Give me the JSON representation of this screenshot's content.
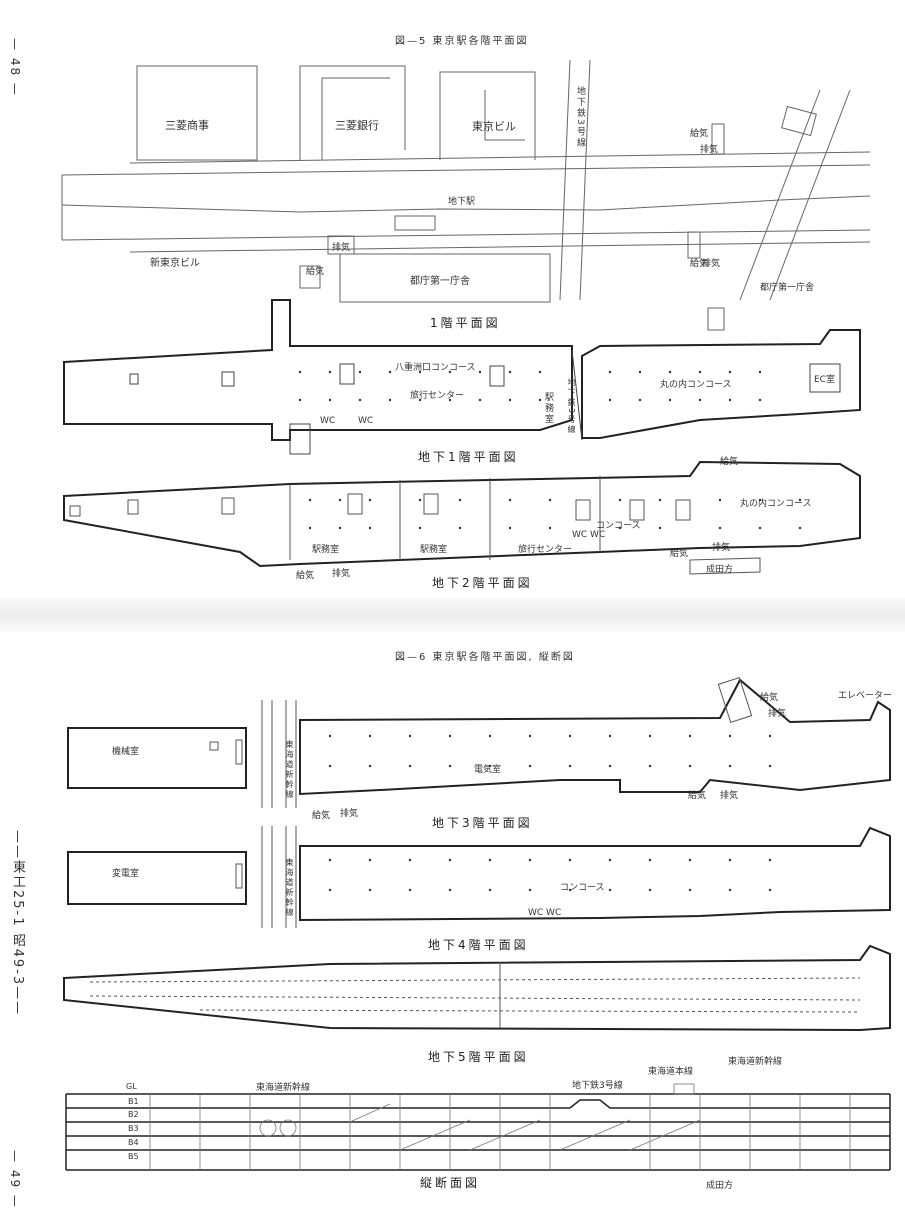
{
  "page_numbers": {
    "top": "— 48 —",
    "bottom": "— 49 —"
  },
  "side_note": "——東工25-1  昭49-3——",
  "fig5": {
    "title": "図—5  東京駅各階平面図",
    "street_labels": {
      "mitsubishi_shoji": "三菱商事",
      "mitsubishi_bank": "三菱銀行",
      "tokyo_bldg": "東京ビル",
      "chikatetsu3": "地下鉄3号線",
      "kyuki1": "給気",
      "haiki1": "排気",
      "chika_eki": "地下駅",
      "shin_tokyo_bldg": "新東京ビル",
      "haiki2": "排気",
      "kyuki2": "給気",
      "tocho": "都庁第一庁舎",
      "kyuki3": "給気",
      "haiki3": "排気",
      "tocho2": "都庁第一庁舎"
    },
    "floor1_caption": "1階平面図",
    "b1": {
      "caption": "地下1階平面図",
      "concourse_label": "八重洲口コンコース",
      "travel_center": "旅行センター",
      "marunouchi_concourse": "丸の内コンコース",
      "ekimu": "駅務室",
      "wc1": "WC",
      "wc2": "WC",
      "subway_line": "地下鉄3号線",
      "ec_room": "EC室"
    },
    "b2": {
      "caption": "地下2階平面図",
      "ekimu1": "駅務室",
      "ekimu2": "駅務室",
      "concourse": "コンコース",
      "travel_center": "旅行センター",
      "wcwc": "WC WC",
      "marunouchi": "丸の内コンコース",
      "kyuki": "給気",
      "haiki": "排気",
      "haiki2": "排気",
      "kyuki2": "給気",
      "kyuki3": "給気",
      "direction": "成田方"
    }
  },
  "fig6": {
    "title": "図—6  東京駅各階平面図, 縦断図",
    "elevator": "エレベーター",
    "b3": {
      "caption": "地下3階平面図",
      "kikai": "機械室",
      "denki": "電気室",
      "line": "東海道新幹線",
      "kyuki_top": "給気",
      "haiki_top": "排気",
      "kyuki_bottom": "給気",
      "haiki_bottom": "排気",
      "kyuki_left": "給気",
      "haiki_left": "排気"
    },
    "b4": {
      "caption": "地下4階平面図",
      "hendenshitsu": "変電室",
      "line": "東海道新幹線",
      "concourse": "コンコース",
      "wc": "WC  WC"
    },
    "b5": {
      "caption": "地下5階平面図"
    },
    "section": {
      "caption": "縦断面図",
      "line_left": "東海道新幹線",
      "line_mid": "地下鉄3号線",
      "line_mid2": "東海道本線",
      "line_right": "東海道新幹線",
      "levels": [
        "GL",
        "B1",
        "B2",
        "B3",
        "B4",
        "B5"
      ],
      "direction": "成田方"
    }
  }
}
